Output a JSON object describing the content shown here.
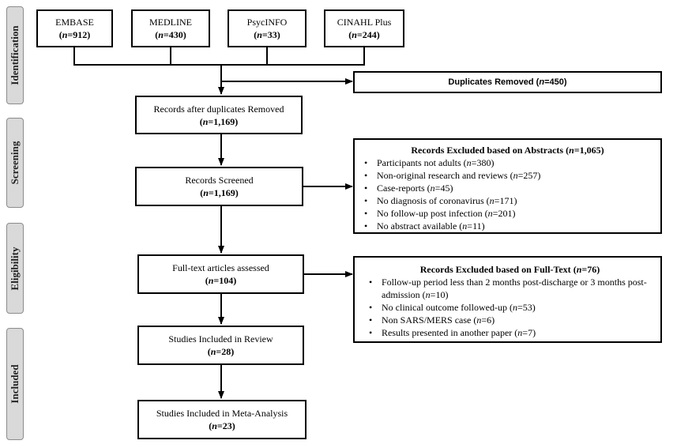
{
  "stages": [
    {
      "label": "Identification"
    },
    {
      "label": "Screening"
    },
    {
      "label": "Eligibility"
    },
    {
      "label": "Included"
    }
  ],
  "databases": [
    {
      "name": "EMBASE",
      "n": "912"
    },
    {
      "name": "MEDLINE",
      "n": "430"
    },
    {
      "name": "PsycINFO",
      "n": "33"
    },
    {
      "name": "CINAHL Plus",
      "n": "244"
    }
  ],
  "n_symbol": "n",
  "duplicates": {
    "label": "Duplicates Removed",
    "n": "450"
  },
  "after_duplicates": {
    "label": "Records after duplicates Removed",
    "n": "1,169"
  },
  "screened": {
    "label": "Records Screened",
    "n": "1,169"
  },
  "fulltext": {
    "label": "Full-text articles assessed",
    "n": "104"
  },
  "review": {
    "label": "Studies Included in Review",
    "n": "28"
  },
  "meta": {
    "label": "Studies Included in Meta-Analysis",
    "n": "23"
  },
  "abstract_exclusions": {
    "title": "Records Excluded based on Abstracts",
    "n": "1,065",
    "items": [
      {
        "text": "Participants not adults",
        "n": "380"
      },
      {
        "text": "Non-original research and reviews",
        "n": "257"
      },
      {
        "text": "Case-reports",
        "n": "45"
      },
      {
        "text": "No diagnosis of coronavirus",
        "n": "171"
      },
      {
        "text": "No follow-up post infection",
        "n": "201"
      },
      {
        "text": "No abstract available",
        "n": "11"
      }
    ]
  },
  "fulltext_exclusions": {
    "title": "Records Excluded based on Full-Text",
    "n": "76",
    "items": [
      {
        "text": "Follow-up period less than 2 months post-discharge or 3 months post-admission",
        "n": "10"
      },
      {
        "text": "No clinical outcome followed-up",
        "n": "53"
      },
      {
        "text": "Non SARS/MERS case",
        "n": "6"
      },
      {
        "text": "Results presented in another paper",
        "n": "7"
      }
    ]
  }
}
